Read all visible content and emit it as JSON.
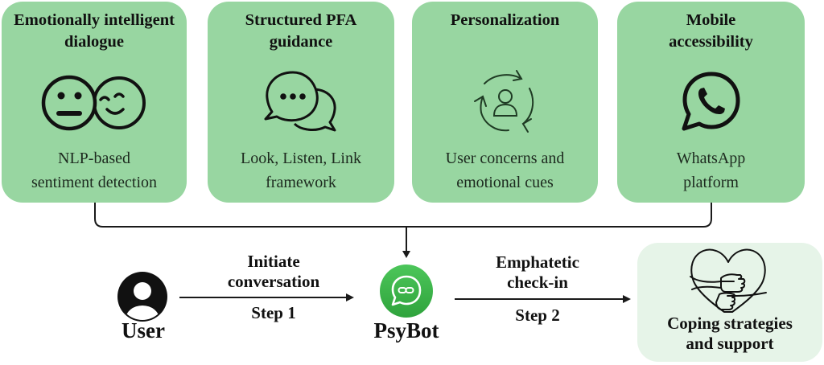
{
  "colors": {
    "card_bg": "#98d6a1",
    "outcome_bg": "#e6f4e8",
    "psybot_green": "#3cb54a",
    "line": "#1a1a1a"
  },
  "features": [
    {
      "title": "Emotionally intelligent dialogue",
      "title_lines": [
        "Emotionally intelligent",
        "dialogue"
      ],
      "icon": "neutral-and-smiling-faces-icon",
      "desc_lines": [
        "NLP-based",
        "sentiment detection"
      ]
    },
    {
      "title": "Structured PFA guidance",
      "title_lines": [
        "Structured PFA",
        "guidance"
      ],
      "icon": "chat-bubbles-icon",
      "desc_lines": [
        "Look, Listen, Link",
        "framework"
      ]
    },
    {
      "title": "Personalization",
      "title_lines": [
        "Personalization",
        ""
      ],
      "icon": "user-cycle-icon",
      "desc_lines": [
        "User concerns and",
        "emotional cues"
      ]
    },
    {
      "title": "Mobile accessibility",
      "title_lines": [
        "Mobile",
        "accessibility"
      ],
      "icon": "whatsapp-icon",
      "desc_lines": [
        "WhatsApp",
        "platform"
      ]
    }
  ],
  "flow": {
    "user": {
      "label": "User",
      "icon": "user-avatar-icon"
    },
    "step1": {
      "title_lines": [
        "Initiate",
        "conversation"
      ],
      "step": "Step 1"
    },
    "psybot": {
      "label": "PsyBot",
      "icon": "psybot-chat-icon"
    },
    "step2": {
      "title_lines": [
        "Emphatetic",
        "check-in"
      ],
      "step": "Step 2"
    },
    "outcome": {
      "label_lines": [
        "Coping strategies",
        "and support"
      ],
      "icon": "heart-hug-icon"
    }
  }
}
